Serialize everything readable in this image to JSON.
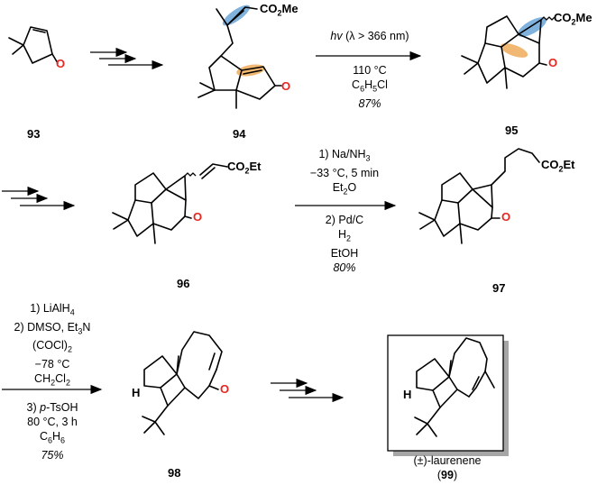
{
  "compounds": {
    "c93": {
      "label": "93",
      "atom_o": "O"
    },
    "c94": {
      "label": "94",
      "atom_o": "O",
      "ester": "CO",
      "ester_sub": "2",
      "ester_tail": "Me"
    },
    "c95": {
      "label": "95",
      "atom_o": "O",
      "ester": "CO",
      "ester_sub": "2",
      "ester_tail": "Me"
    },
    "c96": {
      "label": "96",
      "atom_o": "O",
      "ester": "CO",
      "ester_sub": "2",
      "ester_tail": "Et"
    },
    "c97": {
      "label": "97",
      "atom_o": "O",
      "ester": "CO",
      "ester_sub": "2",
      "ester_tail": "Et"
    },
    "c98": {
      "label": "98",
      "atom_o": "O",
      "atom_h": "H"
    },
    "c99": {
      "name": "(±)-laurenene",
      "label_open": "(",
      "label": "99",
      "label_close": ")",
      "atom_h": "H"
    }
  },
  "step1": {
    "line1_pre": "hv",
    "line1_post": " (λ > 366 nm)",
    "line2": "110 °C",
    "line3_a": "C",
    "line3_b": "6",
    "line3_c": "H",
    "line3_d": "5",
    "line3_e": "Cl",
    "line4": "87%"
  },
  "step2": {
    "a1": "1)  Na/NH",
    "a1_sub": "3",
    "a2": "−33 °C, 5 min",
    "a3": "Et",
    "a3_sub": "2",
    "a3_tail": "O",
    "b1": "2)   Pd/C",
    "b2": "H",
    "b2_sub": "2",
    "b3": "EtOH",
    "b4": "80%"
  },
  "step3": {
    "r1": "1)    LiAlH",
    "r1_sub": "4",
    "r2": "2) DMSO, Et",
    "r2_sub": "3",
    "r2_tail": "N",
    "r3": "(COCl)",
    "r3_sub": "2",
    "r4": "−78 °C",
    "r5": "CH",
    "r5_sub": "2",
    "r5_mid": "Cl",
    "r5_sub2": "2",
    "r6_num": "3)",
    "r6_it": "p",
    "r6_tail": "-TsOH",
    "r7": "80 °C, 3 h",
    "r8": "C",
    "r8_sub": "6",
    "r8_mid": "H",
    "r8_sub2": "6",
    "r9": "75%"
  },
  "colors": {
    "oxygen": "#e8251f",
    "blue_highlight": "#7fb2dd",
    "orange_highlight": "#f0b872"
  }
}
